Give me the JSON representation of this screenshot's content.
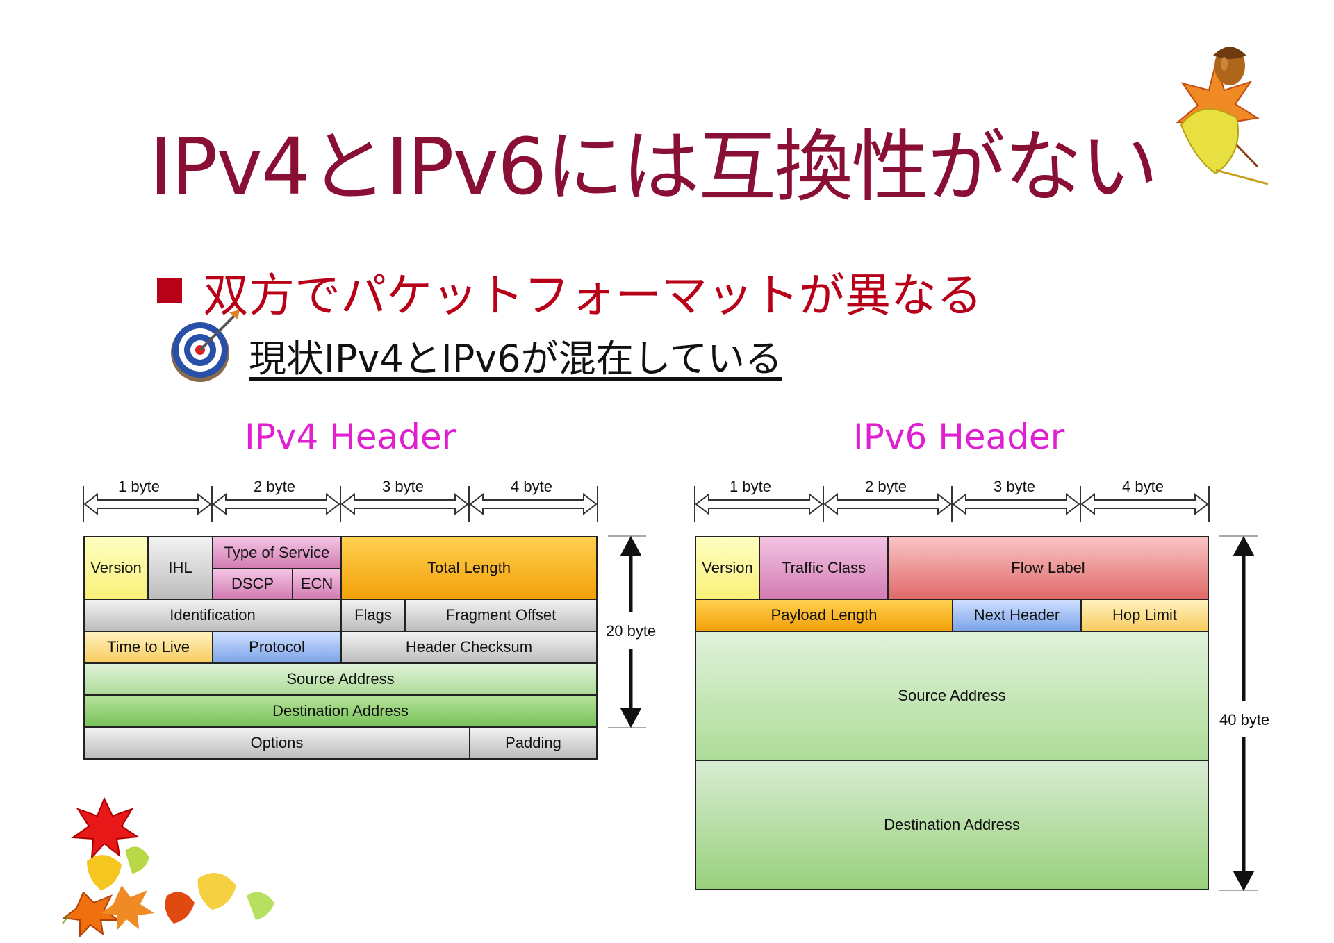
{
  "slide": {
    "title": "IPv4とIPv6には互換性がない",
    "bullet": "双方でパケットフォーマットが異なる",
    "sub_bullet": "現状IPv4とIPv6が混在している"
  },
  "ipv4": {
    "title": "IPv4 Header",
    "bytes": [
      "1 byte",
      "2 byte",
      "3 byte",
      "4 byte"
    ],
    "size_label": "20 byte",
    "fields": {
      "version": "Version",
      "ihl": "IHL",
      "tos": "Type of Service",
      "dscp": "DSCP",
      "ecn": "ECN",
      "total_length": "Total Length",
      "identification": "Identification",
      "flags": "Flags",
      "fragment_offset": "Fragment Offset",
      "ttl": "Time to Live",
      "protocol": "Protocol",
      "checksum": "Header Checksum",
      "source": "Source Address",
      "destination": "Destination Address",
      "options": "Options",
      "padding": "Padding"
    }
  },
  "ipv6": {
    "title": "IPv6 Header",
    "bytes": [
      "1 byte",
      "2 byte",
      "3 byte",
      "4 byte"
    ],
    "size_label": "40 byte",
    "fields": {
      "version": "Version",
      "traffic_class": "Traffic Class",
      "flow_label": "Flow Label",
      "payload_length": "Payload Length",
      "next_header": "Next Header",
      "hop_limit": "Hop Limit",
      "source": "Source Address",
      "destination": "Destination Address"
    }
  }
}
